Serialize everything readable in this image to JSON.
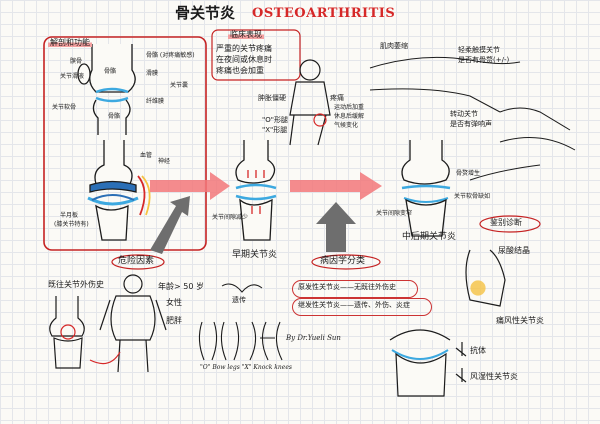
{
  "title": {
    "cn": "骨关节炎",
    "en": "OSTEOARTHRITIS"
  },
  "anatomy": {
    "heading": "解剖和功能",
    "labels": {
      "patella": "髌骨",
      "joint_cavity": "关节滑液",
      "cartilage": "关节软骨",
      "bone": "骨骼",
      "bone_note": "骨骼 (对疼痛敏感)",
      "synovium": "滑膜",
      "joint_capsule": "关节囊",
      "fibrous": "纤维膜",
      "vessel": "血管",
      "nerve": "神经",
      "meniscus": "半月板",
      "meniscus_note": "(膝关节特有)"
    }
  },
  "clinical": {
    "heading": "临床表现",
    "pain_text": [
      "严重的关节疼痛",
      "在夜间或休息时",
      "疼痛也会加重"
    ],
    "stiffness": "肿胀僵硬",
    "deformity": [
      "\"O\"形腿",
      "\"X\"形腿"
    ],
    "pain_title": "疼痛",
    "pain_points": [
      "运动后加重",
      "休息后缓解",
      "气候变化"
    ],
    "muscle": "肌肉萎缩",
    "tenderness": [
      "轻柔触摸关节",
      "是否有骨赘(+/-)"
    ],
    "rotation": [
      "转动关节",
      "是否有弹响声"
    ]
  },
  "stages": {
    "early": "早期关节炎",
    "early_note": "关节间隙减少",
    "late": "中后期关节炎",
    "late_notes": [
      "骨赘增生",
      "关节软骨缺如",
      "关节间隙变窄"
    ]
  },
  "risk": {
    "heading": "危险因素",
    "trauma": "既往关节外伤史",
    "age": "年龄> 50 岁",
    "female": "女性",
    "obesity": "肥胖",
    "genetics": "遗传",
    "legs_caption": "\"O\" Bow legs  \"X\" Knock knees"
  },
  "etiology": {
    "heading": "病因学分类",
    "primary": "原发性关节炎——无既往外伤史",
    "secondary": "继发性关节炎——遗传、外伤、炎症"
  },
  "diagnosis": {
    "heading": "鉴别诊断",
    "gout_crystals": "尿酸结晶",
    "gout": "痛风性关节炎",
    "antibody": "抗体",
    "ra": "风湿性关节炎"
  },
  "author": "By Dr.Yueli Sun",
  "colors": {
    "red": "#d62828",
    "blue": "#3da9e0",
    "arrow_red": "#f2777a",
    "arrow_gray": "#6e6e6e",
    "yellow": "#f6c343"
  }
}
